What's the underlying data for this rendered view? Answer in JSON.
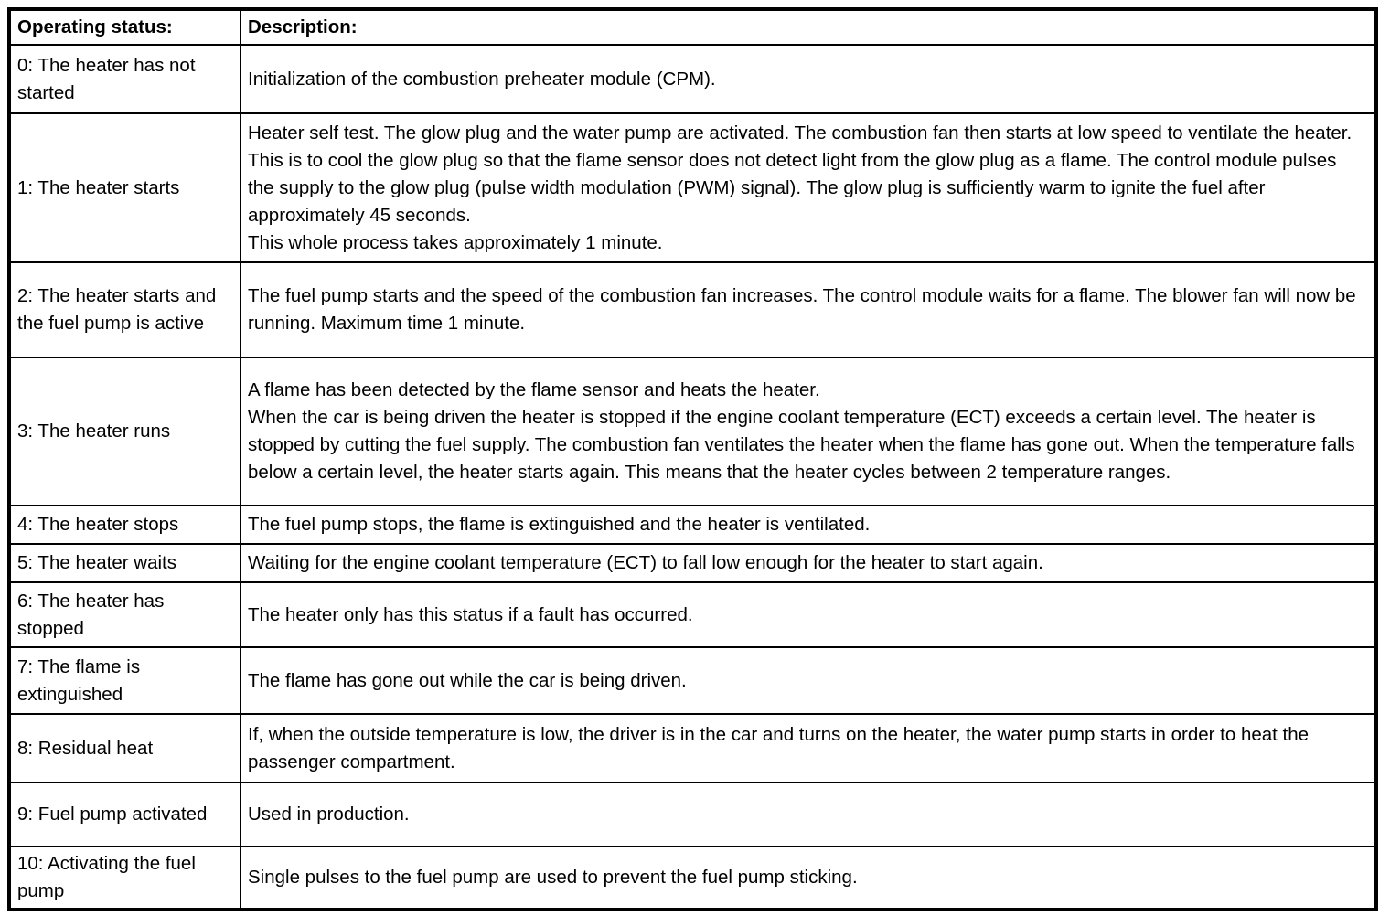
{
  "table": {
    "columns": {
      "status": "Operating status:",
      "description": "Description:"
    },
    "rows": [
      {
        "status": "0: The heater has not started",
        "description": "Initialization of the combustion preheater module (CPM)."
      },
      {
        "status": "1: The heater starts",
        "description": "Heater self test. The glow plug and the water pump are activated. The combustion fan then starts at low speed to ventilate the heater. This is to cool the glow plug so that the flame sensor does not detect light from the glow plug as a flame. The control module pulses the supply to the glow plug (pulse width modulation (PWM) signal). The glow plug is sufficiently warm to ignite the fuel after approximately 45 seconds.\nThis whole process takes approximately 1 minute."
      },
      {
        "status": "2: The heater starts and the fuel pump is active",
        "description": "The fuel pump starts and the speed of the combustion fan increases. The control module waits for a flame. The blower fan will now be running. Maximum time 1 minute."
      },
      {
        "status": "3: The heater runs",
        "description": "A flame has been detected by the flame sensor and heats the heater.\nWhen the car is being driven the heater is stopped if the engine coolant temperature (ECT) exceeds a certain level. The heater is stopped by cutting the fuel supply. The combustion fan ventilates the heater when the flame has gone out. When the temperature falls below a certain level, the heater starts again. This means that the heater cycles between 2 temperature ranges."
      },
      {
        "status": "4: The heater stops",
        "description": "The fuel pump stops, the flame is extinguished and the heater is ventilated."
      },
      {
        "status": "5: The heater waits",
        "description": "Waiting for the engine coolant temperature (ECT) to fall low enough for the heater to start again."
      },
      {
        "status": "6: The heater has stopped",
        "description": "The heater only has this status if a fault has occurred."
      },
      {
        "status": "7: The flame is extinguished",
        "description": "The flame has gone out while the car is being driven."
      },
      {
        "status": "8: Residual heat",
        "description": "If, when the outside temperature is low, the driver is in the car and turns on the heater, the water pump starts in order to heat the passenger compartment."
      },
      {
        "status": "9: Fuel pump activated",
        "description": "Used in production."
      },
      {
        "status": "10: Activating the fuel pump",
        "description": "Single pulses to the fuel pump are used to prevent the fuel pump sticking."
      }
    ]
  }
}
